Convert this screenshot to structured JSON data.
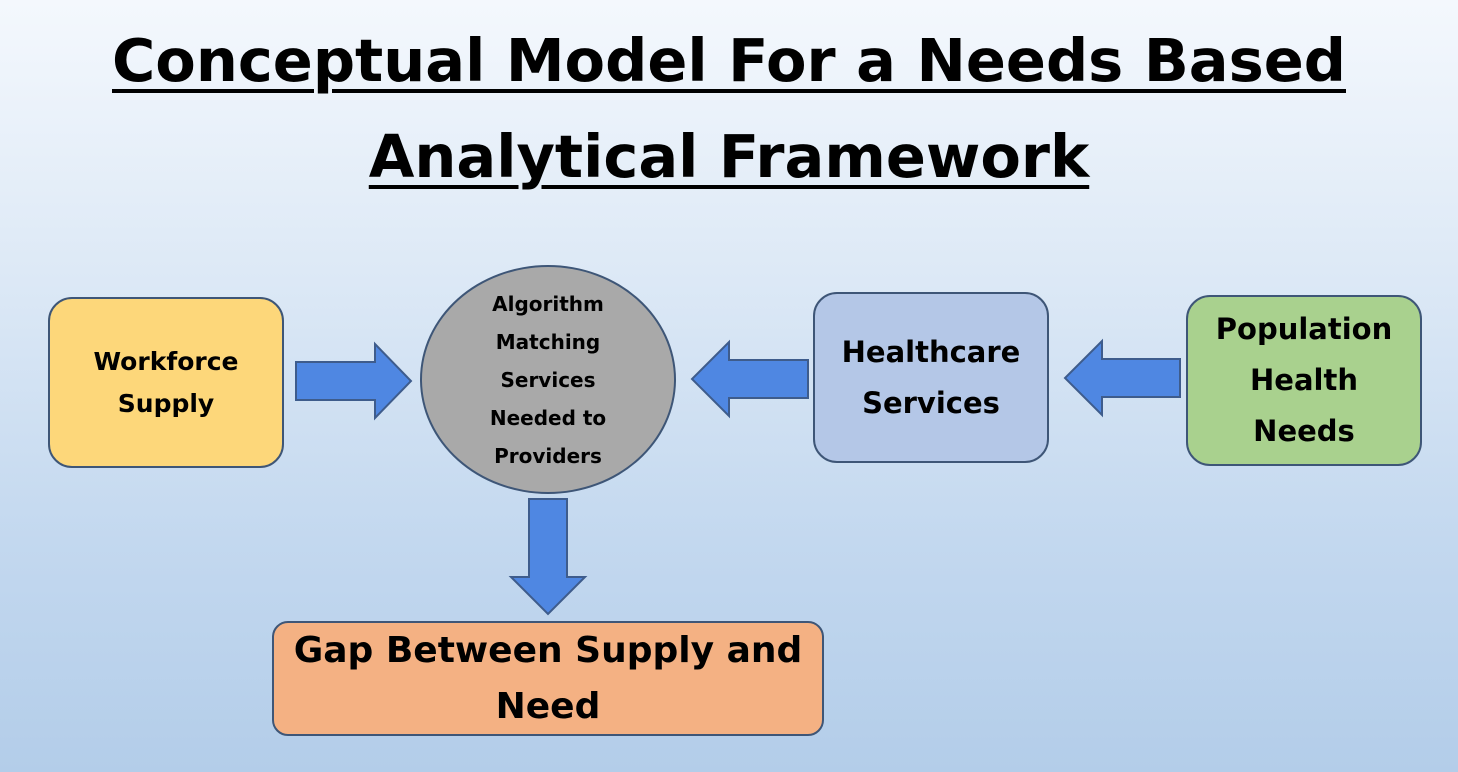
{
  "title": {
    "line1": "Conceptual Model For a Needs Based",
    "line2": "Analytical Framework"
  },
  "nodes": {
    "workforce": {
      "lines": [
        "Workforce",
        "Supply"
      ],
      "color": "#fdd77a"
    },
    "algorithm": {
      "lines": [
        "Algorithm",
        "Matching",
        "Services",
        "Needed to",
        "Providers"
      ],
      "color": "#a9a9a9"
    },
    "healthcare": {
      "lines": [
        "Healthcare",
        "Services"
      ],
      "color": "#b4c7e7"
    },
    "population": {
      "lines": [
        "Population",
        "Health",
        "Needs"
      ],
      "color": "#a9d18e"
    },
    "gap": {
      "lines": [
        "Gap Between Supply and",
        "Need"
      ],
      "color": "#f4b183"
    }
  },
  "arrow_color": "#4f87e2",
  "edges": [
    {
      "from": "workforce",
      "to": "algorithm"
    },
    {
      "from": "healthcare",
      "to": "algorithm"
    },
    {
      "from": "population",
      "to": "healthcare"
    },
    {
      "from": "algorithm",
      "to": "gap"
    }
  ]
}
